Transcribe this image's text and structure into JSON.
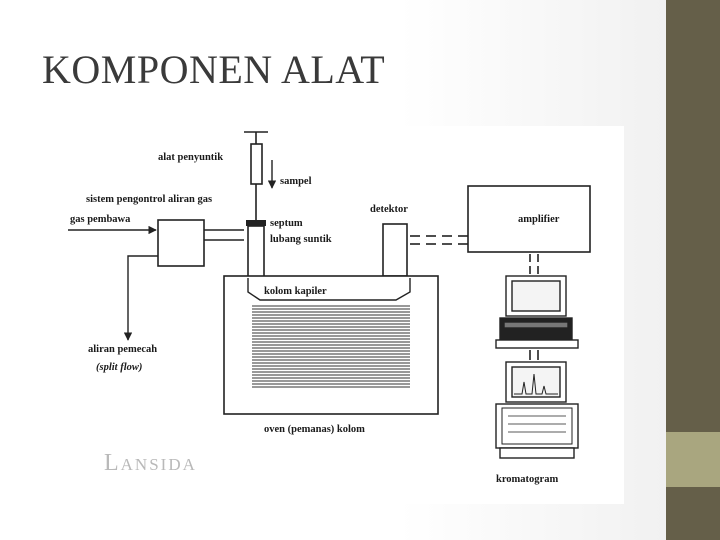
{
  "slide": {
    "title": "KOMPONEN ALAT",
    "colors": {
      "sidebar_dark": "#655f49",
      "sidebar_light": "#a9a67f",
      "title": "#3a3a3a"
    }
  },
  "diagram": {
    "labels": {
      "alat_penyuntik": "alat penyuntik",
      "sampel": "sampel",
      "sistem_pengontrol": "sistem pengontrol aliran gas",
      "gas_pembawa": "gas pembawa",
      "septum": "septum",
      "lubang_suntik": "lubang suntik",
      "detektor": "detektor",
      "amplifier": "amplifier",
      "kolom_kapiler": "kolom kapiler",
      "aliran_pemecah": "aliran pemecah",
      "split_flow": "(split flow)",
      "oven": "oven (pemanas) kolom",
      "kromatogram": "kromatogram"
    },
    "watermark": "Lansida"
  }
}
